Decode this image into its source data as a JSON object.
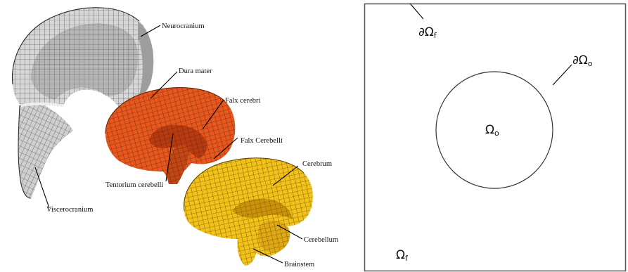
{
  "anatomy_labels": {
    "neurocranium": "Neurocranium",
    "dura_mater": "Dura mater",
    "falx_cerebri": "Falx cerebri",
    "falx_cerebelli": "Falx Cerebelli",
    "tentorium_cerebelli": "Tentorium cerebelli",
    "cerebrum": "Cerebrum",
    "viscerocranium": "Viscerocranium",
    "cerebellum": "Cerebellum",
    "brainstem": "Brainstem"
  },
  "domain_labels": {
    "boundary_fluid_symbol": "∂Ω",
    "boundary_fluid_sub": "f",
    "boundary_object_symbol": "∂Ω",
    "boundary_object_sub": "o",
    "object_symbol": "Ω",
    "object_sub": "o",
    "fluid_symbol": "Ω",
    "fluid_sub": "f"
  },
  "colors": {
    "skull": "#d6d6d6",
    "skull_shade": "#a9a9a9",
    "dura": "#e8581e",
    "dura_shade": "#b83a10",
    "brain": "#f2c21a",
    "brain_shade": "#c9920a",
    "mesh": "#2a2a2a"
  }
}
